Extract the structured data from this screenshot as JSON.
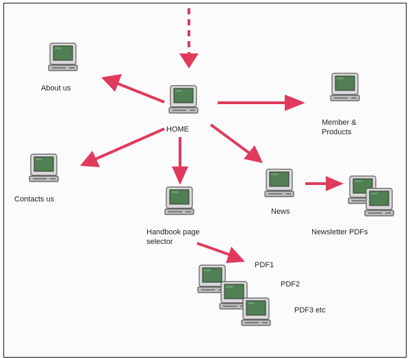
{
  "colors": {
    "arrow": "#e03a5c",
    "screen": "#4f7f52",
    "monitor_body": "#d9d9d9",
    "monitor_dark": "#7a7a7a",
    "text": "#222222"
  },
  "labels": {
    "home": "HOME",
    "about": "About us",
    "members": "Member &",
    "members_2": "Products",
    "contacts": "Contacts us",
    "handbook": "Handbook page",
    "handbook_2": "selector",
    "news": "News",
    "newsletter": "Newsletter PDFs",
    "pdf1": "PDF1",
    "pdf2": "PDF2",
    "pdf3": "PDF3  etc"
  },
  "icons": {
    "page_node": "computer-monitor-icon",
    "navigation_link": "arrow-icon",
    "incoming_entry": "dashed-arrow-icon"
  }
}
